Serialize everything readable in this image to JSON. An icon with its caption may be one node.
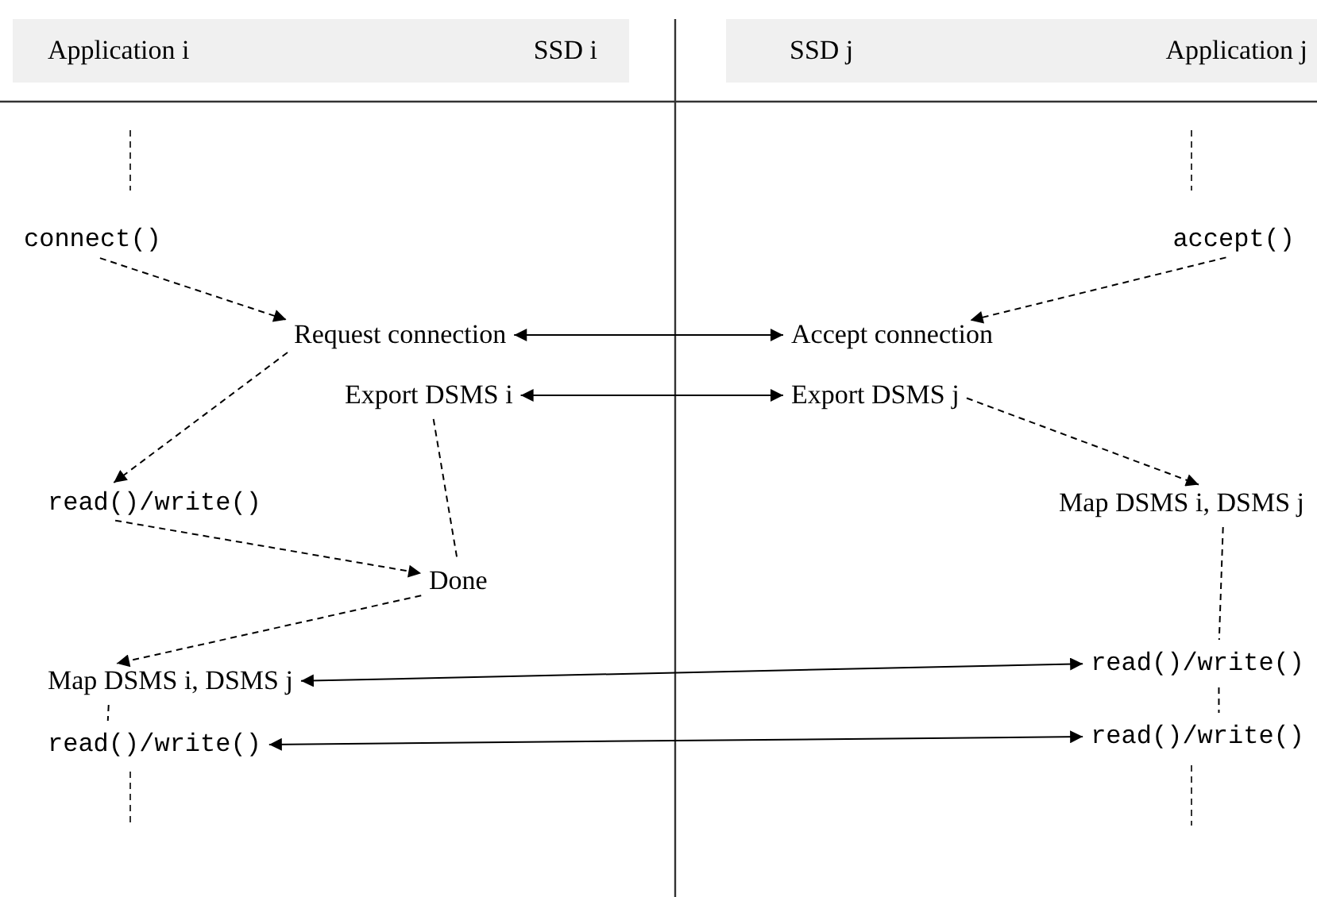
{
  "diagram": {
    "nodes": [
      {
        "text": [
          "Application i",
          "SSD i"
        ]
      },
      {
        "text": [
          "SSD j",
          "Application j"
        ]
      },
      {
        "text": [
          "connect()"
        ]
      },
      {
        "text": [
          "accept()"
        ]
      },
      {
        "text": [
          "Request connection"
        ]
      },
      {
        "text": [
          "Accept connection"
        ]
      },
      {
        "text": [
          "Export DSMS i"
        ]
      },
      {
        "text": [
          "Export DSMS j"
        ]
      },
      {
        "text": [
          "read()/write()"
        ]
      },
      {
        "text": [
          "Map DSMS i, DSMS j"
        ]
      },
      {
        "text": [
          "Done"
        ]
      },
      {
        "text": [
          "Map DSMS i, DSMS j"
        ]
      },
      {
        "text": [
          "read()/write()"
        ]
      },
      {
        "text": [
          "read()/write()"
        ]
      },
      {
        "text": [
          "read()/write()"
        ]
      }
    ],
    "edges": [
      {
        "from": 2,
        "to": 4,
        "arrow": "to",
        "style": "dashed"
      },
      {
        "from": 3,
        "to": 5,
        "arrow": "to",
        "style": "dashed"
      },
      {
        "from": 4,
        "to": 5,
        "arrow": "both"
      },
      {
        "from": 4,
        "to": 8,
        "arrow": "to",
        "style": "dashed"
      },
      {
        "from": 6,
        "to": 7,
        "arrow": "both"
      },
      {
        "from": 7,
        "to": 9,
        "arrow": "to",
        "style": "dashed"
      },
      {
        "from": 6,
        "to": 10,
        "arrow": "none",
        "style": "dashed"
      },
      {
        "from": 8,
        "to": 10,
        "arrow": "to",
        "style": "dashed"
      },
      {
        "from": 10,
        "to": 11,
        "arrow": "to",
        "style": "dashed"
      },
      {
        "from": 11,
        "to": 12,
        "arrow": "both"
      },
      {
        "from": 9,
        "to": 12,
        "arrow": "none",
        "style": "dashed"
      },
      {
        "from": 11,
        "to": 13,
        "arrow": "none",
        "style": "dashed"
      },
      {
        "from": 12,
        "to": 14,
        "arrow": "none",
        "style": "dashed"
      },
      {
        "from": 13,
        "to": 14,
        "arrow": "both"
      }
    ]
  }
}
